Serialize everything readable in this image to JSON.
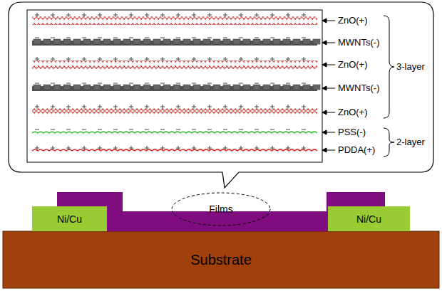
{
  "diagram": {
    "nodes": [
      {
        "text": [
          "Ni/Cu"
        ]
      },
      {
        "text": [
          "Films"
        ]
      },
      {
        "text": [
          "Ni/Cu"
        ]
      },
      {
        "text": [
          "Substrate"
        ]
      }
    ],
    "labels": [
      "ZnO(+)",
      "MWNTs(-)",
      "ZnO(+)",
      "MWNTs(-)",
      "ZnO(+)",
      "PSS(-)",
      "PDDA(+)",
      "3-layer",
      "2-layer"
    ]
  }
}
